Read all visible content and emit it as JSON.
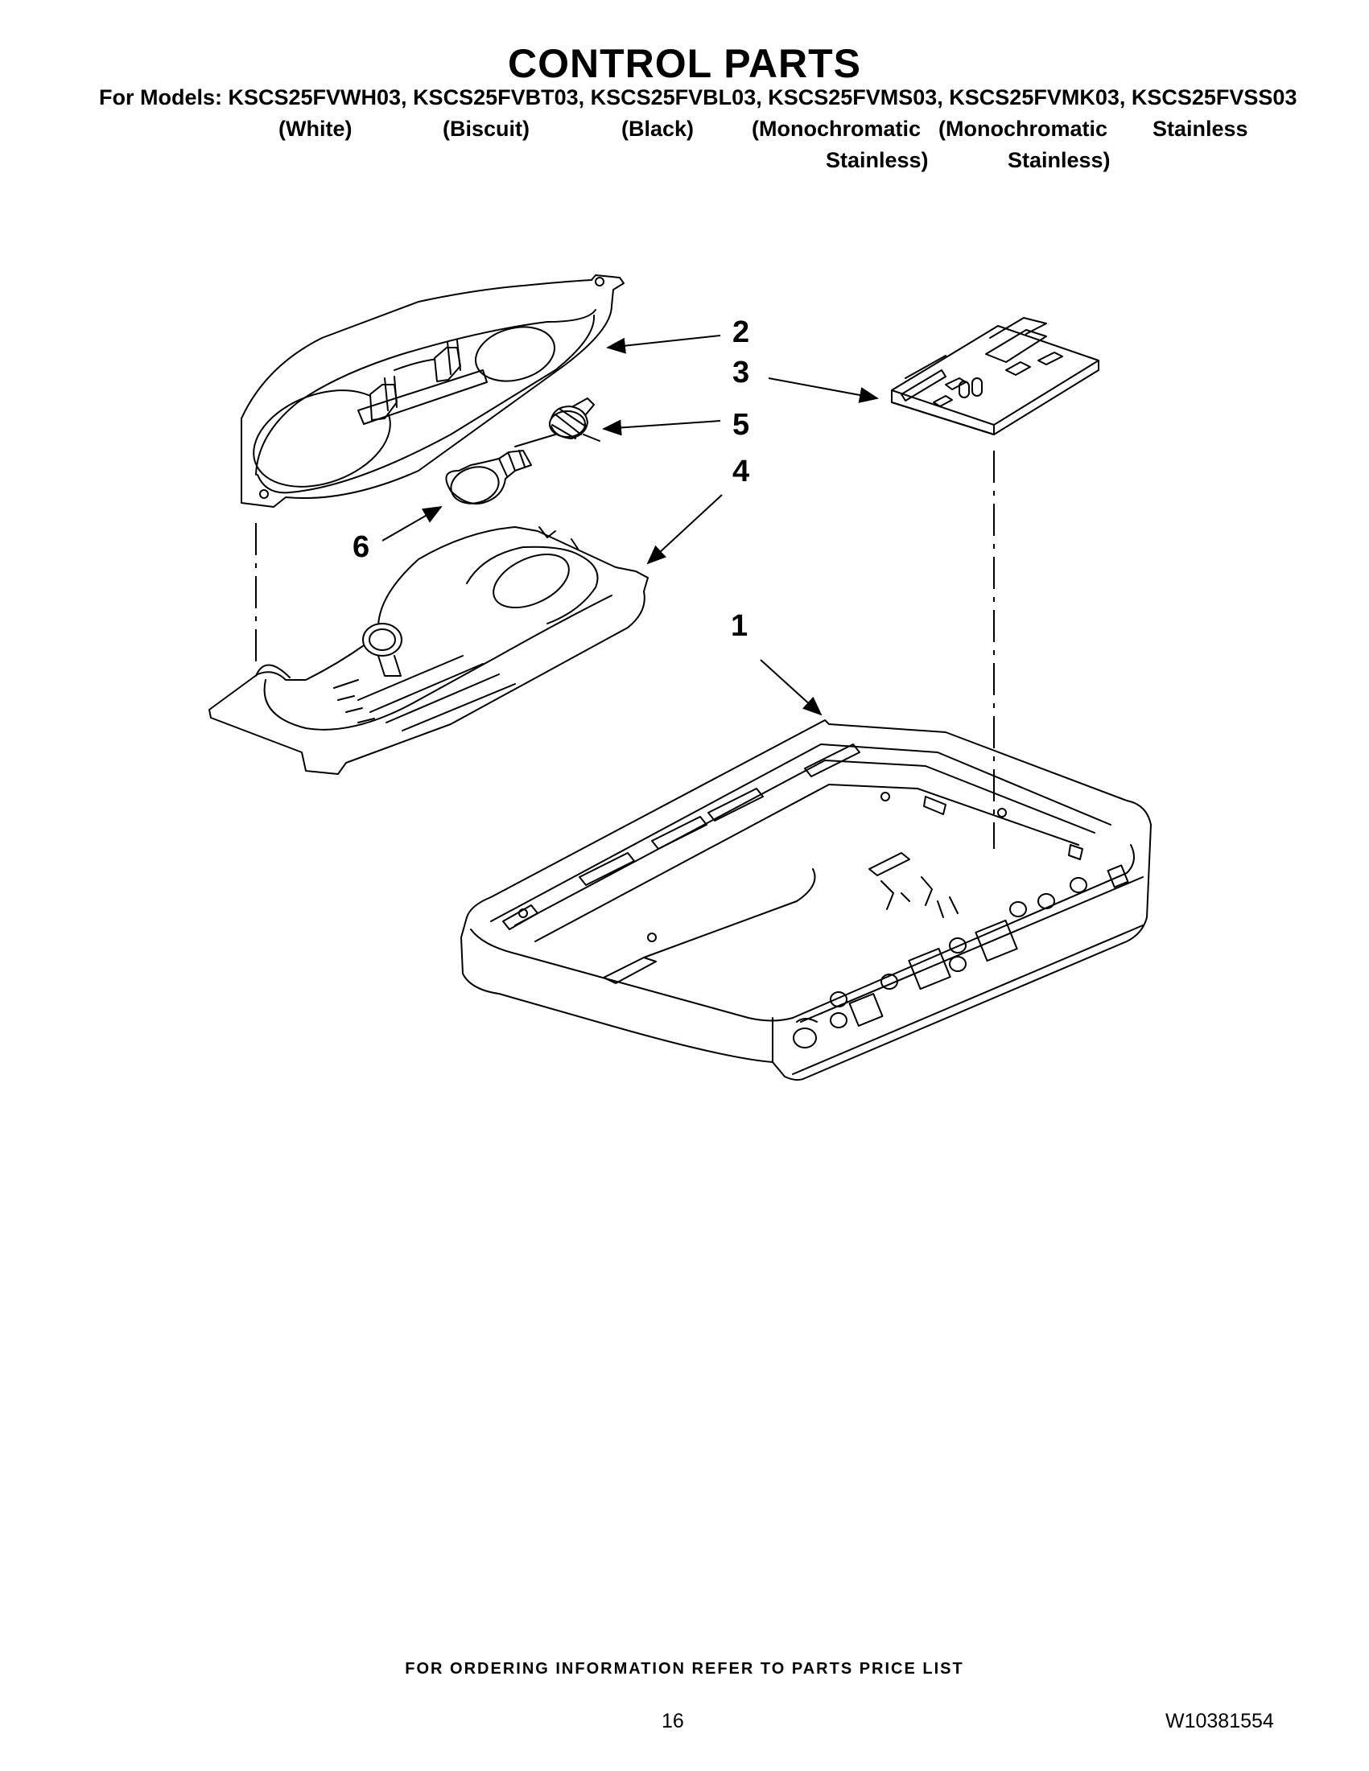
{
  "header": {
    "title": "CONTROL PARTS",
    "models_line": "For Models: KSCS25FVWH03, KSCS25FVBT03, KSCS25FVBL03, KSCS25FVMS03, KSCS25FVMK03, KSCS25FVSS03",
    "colors": [
      "(White)",
      "(Biscuit)",
      "(Black)",
      "(Monochromatic",
      "(Monochromatic",
      "Stainless"
    ],
    "colors_line2": [
      "Stainless)",
      "Stainless)"
    ]
  },
  "callouts": [
    "1",
    "2",
    "3",
    "4",
    "5",
    "6"
  ],
  "footer": {
    "note": "FOR ORDERING INFORMATION REFER TO PARTS PRICE LIST",
    "page_number": "16",
    "doc_number": "W10381554"
  }
}
